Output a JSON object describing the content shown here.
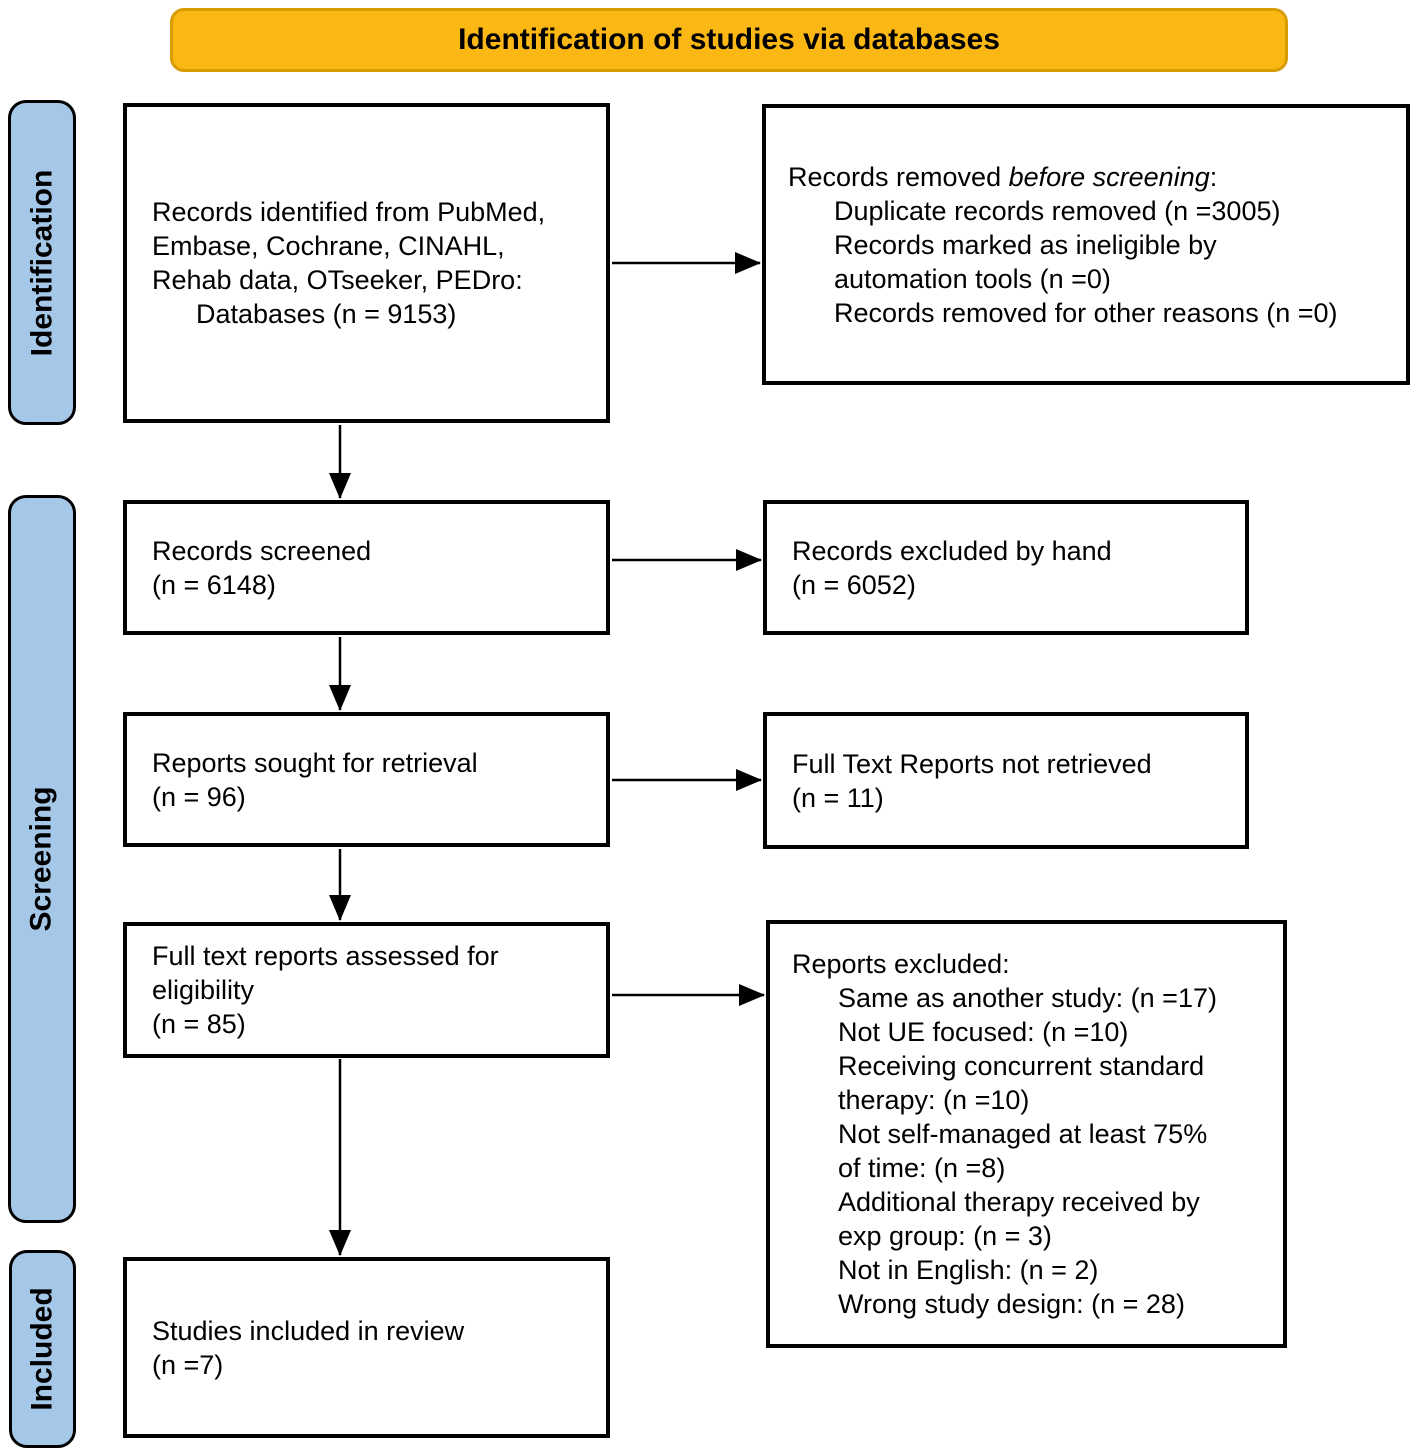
{
  "banner": {
    "title": "Identification of studies via databases"
  },
  "sidebar": {
    "identification": "Identification",
    "screening": "Screening",
    "included": "Included"
  },
  "boxes": {
    "records_identified": {
      "line1": "Records identified from PubMed,",
      "line2": "Embase, Cochrane, CINAHL,",
      "line3": "Rehab data, OTseeker, PEDro:",
      "line4": "Databases (n = 9153)"
    },
    "records_removed": {
      "title_prefix": "Records removed ",
      "title_italic": "before screening",
      "title_suffix": ":",
      "item1": "Duplicate records removed (n =3005)",
      "item2": "Records marked as ineligible by\nautomation tools (n =0)",
      "item3": "Records removed for other reasons (n =0)"
    },
    "records_screened": {
      "text": "Records screened\n(n = 6148)"
    },
    "records_excluded_hand": {
      "text": "Records excluded by hand\n(n = 6052)"
    },
    "reports_sought": {
      "text": "Reports sought for retrieval\n(n = 96)"
    },
    "reports_not_retrieved": {
      "text": "Full Text Reports not retrieved\n(n = 11)"
    },
    "reports_assessed": {
      "text": "Full text reports assessed for\neligibility\n(n = 85)"
    },
    "reports_excluded": {
      "title": "Reports excluded:",
      "item1": "Same as another study: (n =17)",
      "item2": "Not UE focused: (n =10)",
      "item3": "Receiving concurrent standard\ntherapy: (n =10)",
      "item4": "Not self-managed at least 75%\nof time: (n =8)",
      "item5": "Additional therapy received by\nexp group: (n = 3)",
      "item6": "Not in English: (n = 2)",
      "item7": "Wrong study design: (n = 28)"
    },
    "studies_included": {
      "text": "Studies included in review\n(n =7)"
    }
  },
  "colors": {
    "banner_fill": "#FBB713",
    "banner_border": "#D89C04",
    "sidebar_fill": "#A5C8E9",
    "box_border": "#000000"
  }
}
